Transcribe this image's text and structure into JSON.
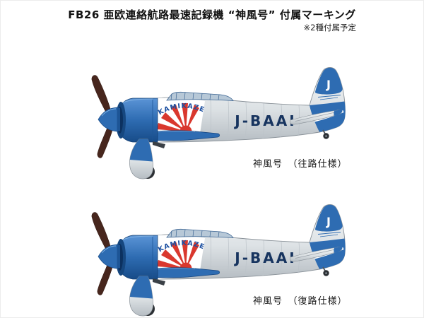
{
  "header": {
    "title": "FB26 亜欧連絡航路最速記録機 “神風号” 付属マーキング",
    "note": "※2種付属予定"
  },
  "aircraft": [
    {
      "label": "神風号　（往路仕様）",
      "registration": "J-BAAI",
      "nose_text": "KAMIKAZE",
      "tail_code": "J"
    },
    {
      "label": "神風号　（復路仕様）",
      "registration": "J-BAAI",
      "nose_text": "KAMIKAZE",
      "tail_code": "J"
    }
  ],
  "colors": {
    "trim_blue": "#2e6cb2",
    "trim_blue_dark": "#174b88",
    "sun_red": "#d9382e",
    "fuselage_silver": "#dde2e5",
    "propeller_brown": "#47261d",
    "registration_navy": "#17345f"
  }
}
